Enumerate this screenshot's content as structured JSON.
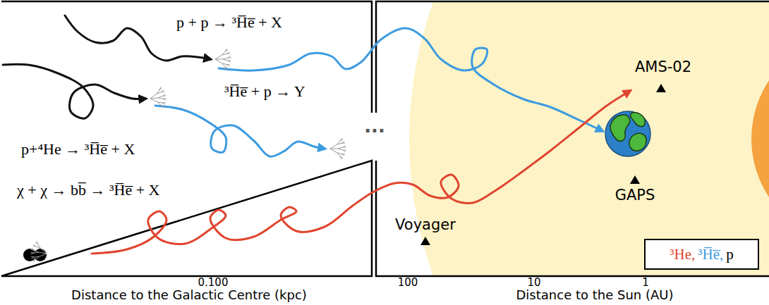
{
  "diagram": {
    "labels": [
      "p + p → ³H̅e̅ + X",
      "³H̅e̅ + p → Y",
      "p+⁴He → ³H̅e̅ + X",
      "χ + χ → bb̅ → ³H̅e̅ + X",
      "···",
      "AMS-02",
      "GAPS",
      "Voyager",
      "0.100",
      "Distance to the Galactic Centre (kpc)",
      "100",
      "10",
      "1",
      "Distance to the Sun (AU)"
    ],
    "legend": [
      {
        "text": "³He,",
        "color": "#e0452f"
      },
      {
        "text": "³H̅e̅,",
        "color": "#3d9be0"
      },
      {
        "text": "p",
        "color": "#000000"
      }
    ]
  }
}
